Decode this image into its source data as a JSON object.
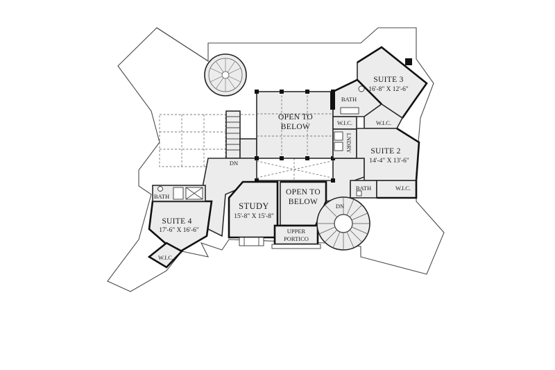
{
  "rooms": {
    "suite3": {
      "name": "SUITE 3",
      "dims": "16'-8\" X 12'-6\""
    },
    "suite2": {
      "name": "SUITE 2",
      "dims": "14'-4\" X 13'-6\""
    },
    "suite4": {
      "name": "SUITE 4",
      "dims": "17'-6\" X 16'-6\""
    },
    "study": {
      "name": "STUDY",
      "dims": "15'-8\" X 15'-8\""
    },
    "open_main": {
      "line1": "OPEN TO",
      "line2": "BELOW"
    },
    "open_small": {
      "line1": "OPEN TO",
      "line2": "BELOW"
    },
    "portico": {
      "line1": "UPPER",
      "line2": "PORTICO"
    },
    "bath_s3": "BATH",
    "wic_s3a": "W.I.C.",
    "wic_s3b": "W.I.C.",
    "lndry": "LNDRY",
    "bath_s2": "BATH",
    "wic_s2": "W.I.C.",
    "bath_s4": "BATH",
    "wic_s4": "W.I.C.",
    "dn_stair": "DN",
    "dn_spiral": "DN"
  }
}
